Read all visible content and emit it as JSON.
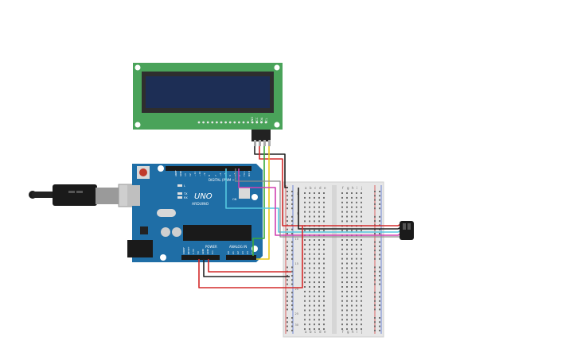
{
  "arduino": {
    "brand": "ARDUINO",
    "model": "UNO",
    "digital_label": "DIGITAL (PWM ~)",
    "power_label": "POWER",
    "analog_label": "ANALOG IN",
    "tx_label": "TX",
    "rx_label": "RX",
    "l_label": "L",
    "on_label": "ON",
    "digital_pins": [
      "AREF",
      "GND",
      "13",
      "12",
      "~11",
      "~10",
      "~9",
      "8",
      "7",
      "~6",
      "~5",
      "4",
      "~3",
      "2",
      "TX 1",
      "RX 0"
    ],
    "power_pins": [
      "IOREF",
      "RESET",
      "3.3V",
      "5V",
      "GND",
      "GND",
      "Vin"
    ],
    "analog_pins": [
      "A0",
      "A1",
      "A2",
      "A3",
      "A4",
      "A5"
    ]
  },
  "lcd": {
    "pin_labels": [
      "GND",
      "VCC",
      "SDA",
      "SCL"
    ]
  },
  "breadboard": {
    "column_letters_left": [
      "a",
      "b",
      "c",
      "d",
      "e"
    ],
    "column_letters_right": [
      "f",
      "g",
      "h",
      "i",
      "j"
    ],
    "row_numbers": [
      "1",
      "5",
      "10",
      "15",
      "20",
      "25",
      "30"
    ]
  },
  "colors": {
    "pcb_blue": "#1f6ea6",
    "lcd_green": "#4aa35a",
    "lcd_screen": "#1d2e55",
    "wire_red": "#d42a2a",
    "wire_black": "#222222",
    "wire_yellow": "#e8c81a",
    "wire_green": "#3aaa3a",
    "wire_cyan": "#55c8e0",
    "wire_magenta": "#d040b0",
    "wire_gray": "#8a8a8a"
  },
  "icons": [
    "usb-cable-icon",
    "reset-button-icon",
    "ic-chip-icon",
    "sensor-icon"
  ]
}
